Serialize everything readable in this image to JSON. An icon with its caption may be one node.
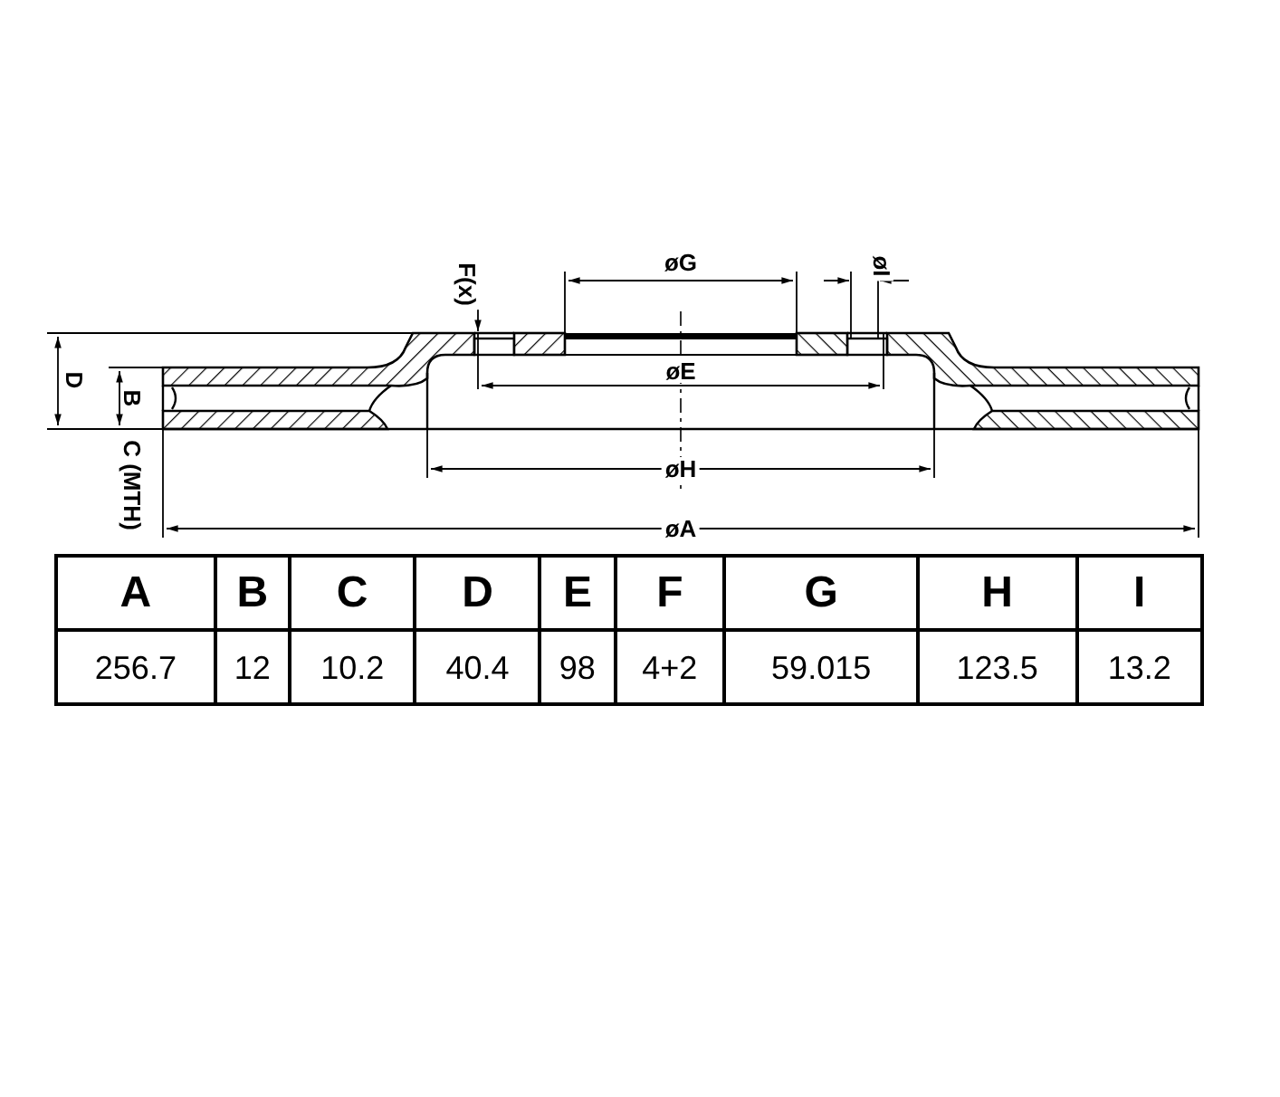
{
  "diagram": {
    "labels": [
      "F(x)",
      "øG",
      "øI",
      "D",
      "øE",
      "B",
      "C (MTH)",
      "øH",
      "øA",
      "A",
      "B",
      "C",
      "D",
      "E",
      "F",
      "G",
      "H",
      "I",
      "256.7",
      "12",
      "10.2",
      "40.4",
      "98",
      "4+2",
      "59.015",
      "123.5",
      "13.2"
    ]
  }
}
